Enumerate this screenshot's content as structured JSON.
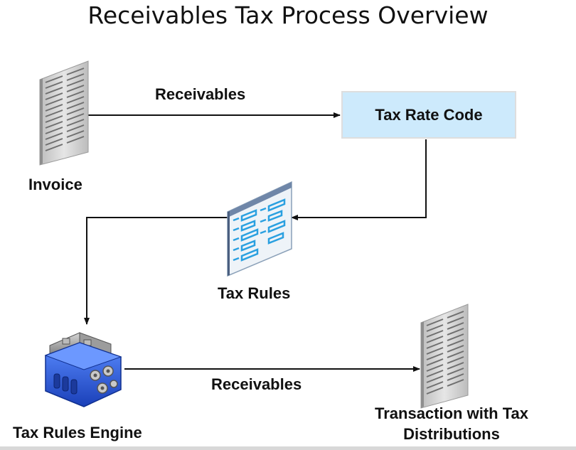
{
  "title": "Receivables Tax Process Overview",
  "nodes": {
    "invoice": "Invoice",
    "tax_rate_code": "Tax Rate Code",
    "tax_rules": "Tax Rules",
    "tax_rules_engine": "Tax Rules Engine",
    "transaction_line1": "Transaction with Tax",
    "transaction_line2": "Distributions"
  },
  "edges": {
    "top_label": "Receivables",
    "bottom_label": "Receivables"
  },
  "icons": {
    "invoice": "document-icon",
    "tax_rules": "form-window-icon",
    "engine": "engine-icon",
    "transaction": "document-icon"
  },
  "colors": {
    "box_fill": "#cdeafc",
    "engine_blue": "#2a5fe0",
    "form_accent": "#2aa0e0"
  }
}
